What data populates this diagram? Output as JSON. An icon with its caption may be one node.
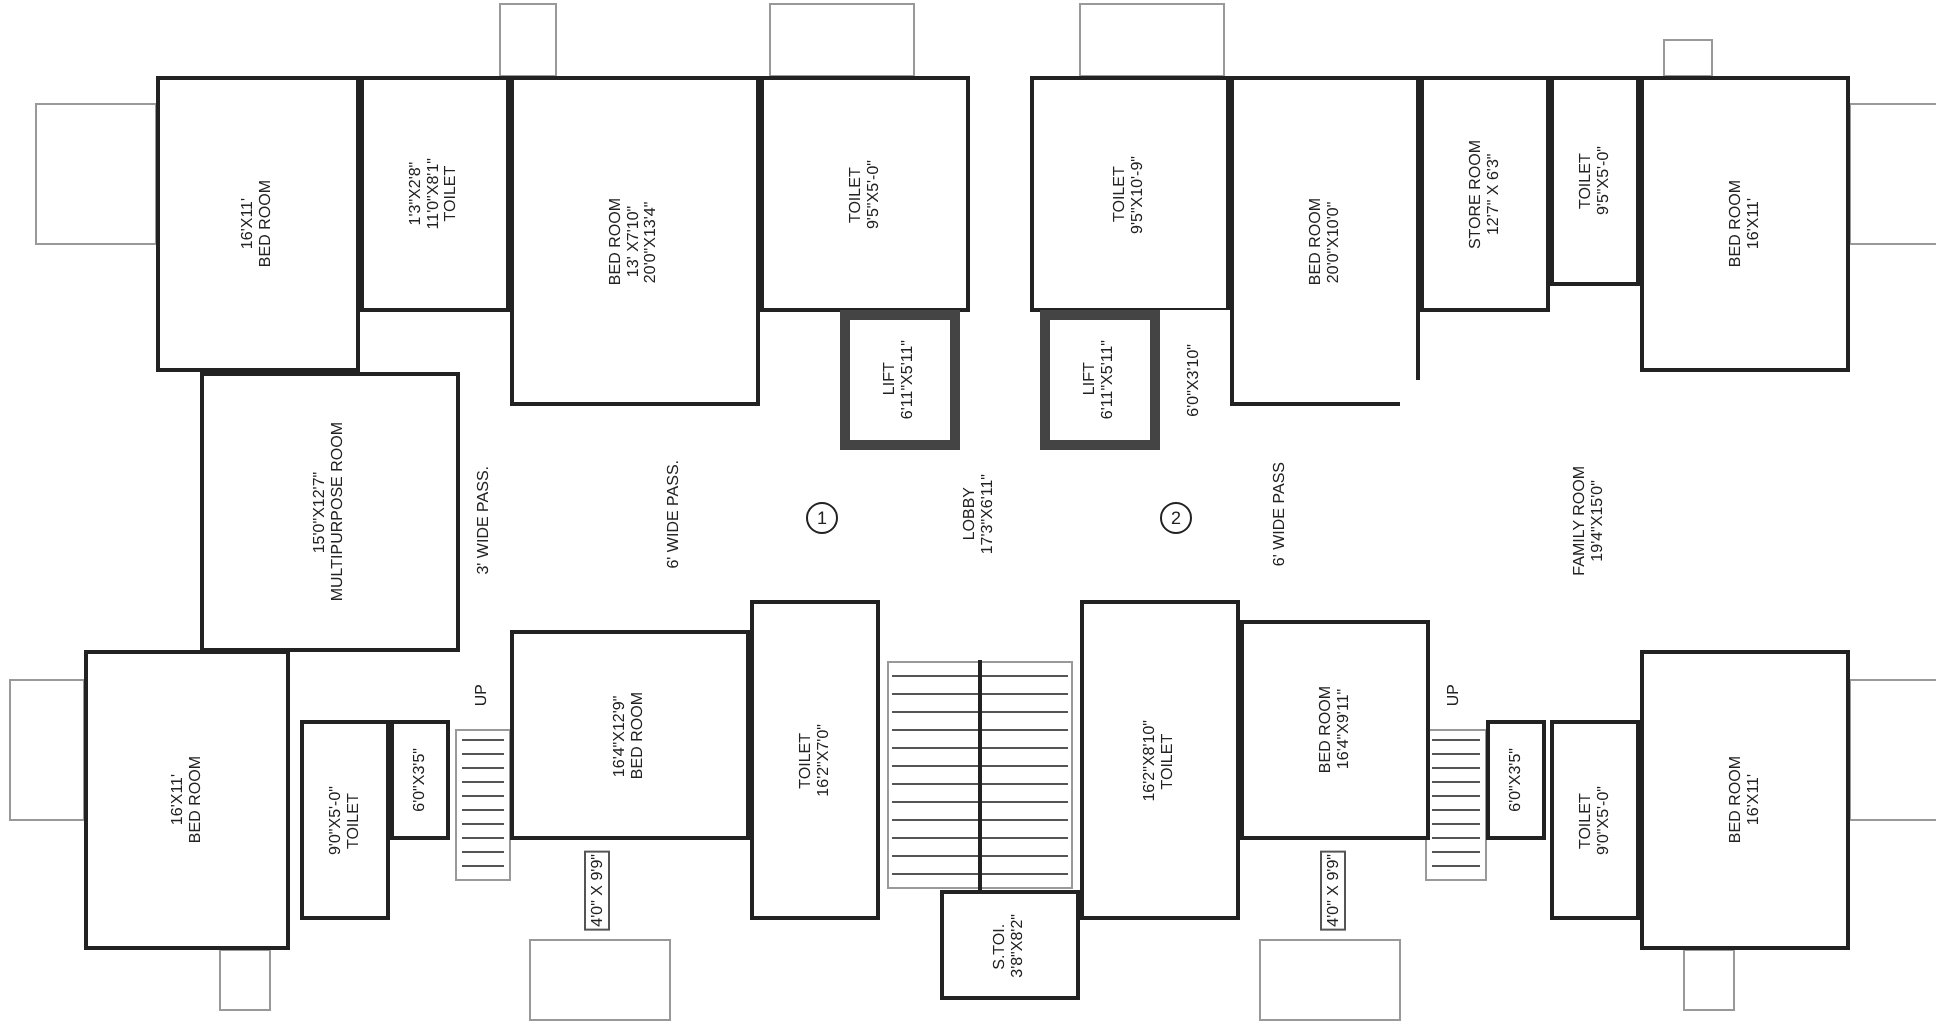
{
  "diagram": {
    "nodes": [
      {
        "text": [
          "16'X11'",
          "BED ROOM"
        ]
      },
      {
        "text": [
          "1'3\"X2'8\"",
          "11'0\"X8'1\"",
          "TOILET"
        ]
      },
      {
        "text": [
          "BED ROOM",
          "13' X7'10\"",
          "20'0\"X13'4\""
        ]
      },
      {
        "text": [
          "TOILET",
          "9'5\"X5'-0\""
        ]
      },
      {
        "text": [
          "LIFT",
          "6'11\"X5'11\""
        ]
      },
      {
        "text": [
          "15'0\"X12'7\"",
          "MULTIPURPOSE ROOM"
        ]
      },
      {
        "text": [
          "3' WIDE PASS."
        ]
      },
      {
        "text": [
          "6' WIDE PASS."
        ]
      },
      {
        "text": [
          "LOBBY",
          "17'3\"X6'11\""
        ]
      },
      {
        "text": [
          "TOILET",
          "9'5\"X10'-9\""
        ]
      },
      {
        "text": [
          "LIFT",
          "6'11\"X5'11\""
        ]
      },
      {
        "text": [
          "6'0\"X3'10\""
        ]
      },
      {
        "text": [
          "BED ROOM",
          "20'0\"X10'0\""
        ]
      },
      {
        "text": [
          "STORE ROOM",
          "12'7\" X 6'3\""
        ]
      },
      {
        "text": [
          "TOILET",
          "9'5\"X5'-0\""
        ]
      },
      {
        "text": [
          "BED ROOM",
          "16'X11'"
        ]
      },
      {
        "text": [
          "6' WIDE PASS"
        ]
      },
      {
        "text": [
          "FAMILY ROOM",
          "19'4\"X15'0\""
        ]
      },
      {
        "text": [
          "16'X11'",
          "BED ROOM"
        ]
      },
      {
        "text": [
          "9'0\"X5'-0\"",
          "TOILET"
        ]
      },
      {
        "text": [
          "6'0\"X3'5\""
        ]
      },
      {
        "text": [
          "16'4\"X12'9\"",
          "BED ROOM"
        ]
      },
      {
        "text": [
          "TOILET",
          "16'2\"X7'0\""
        ]
      },
      {
        "text": [
          "S.TOI.",
          "3'8\"X8'2\""
        ]
      },
      {
        "text": [
          "16'2\"X8'10\"",
          "TOILET"
        ]
      },
      {
        "text": [
          "BED ROOM",
          "16'4\"X9'11\""
        ]
      },
      {
        "text": [
          "6'0\"X3'5\""
        ]
      },
      {
        "text": [
          "TOILET",
          "9'0\"X5'-0\""
        ]
      },
      {
        "text": [
          "BED ROOM",
          "16'X11'"
        ]
      }
    ],
    "labels": [
      "1",
      "2",
      "UP",
      "4'0\" X 9'9\"",
      "UP",
      "4'0\" X 9'9\""
    ]
  }
}
